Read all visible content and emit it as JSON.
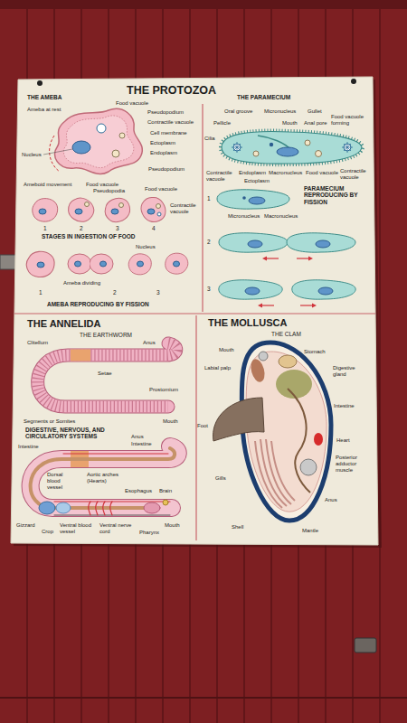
{
  "diagram": {
    "title": "THE PROTOZOA",
    "nodes": [
      {
        "text": [
          "THE AMEBA"
        ]
      },
      {
        "text": [
          "THE PARAMECIUM"
        ]
      },
      {
        "text": [
          "THE ANNELIDA",
          "THE EARTHWORM"
        ]
      },
      {
        "text": [
          "THE MOLLUSCA",
          "THE CLAM"
        ]
      }
    ],
    "labels": [
      "Ameba at rest",
      "Food vacuole",
      "Pseudopodium",
      "Contractile vacuole",
      "Cell membrane",
      "Ectoplasm",
      "Endoplasm",
      "Nucleus",
      "Pseudopodium",
      "Ameboid movement",
      "Food vacuole",
      "Pseudopodia",
      "Food vacuole",
      "Contractile vacuole",
      "1",
      "2",
      "3",
      "4",
      "STAGES IN INGESTION OF FOOD",
      "Nucleus",
      "Ameba dividing",
      "1",
      "2",
      "3",
      "AMEBA REPRODUCING BY FISSION",
      "Oral groove",
      "Micronucleus",
      "Gullet",
      "Pellicle",
      "Mouth",
      "Anal pore",
      "Food vacuole forming",
      "Cilia",
      "Contractile vacuole",
      "Endoplasm",
      "Macronucleus",
      "Food vacuole",
      "Contractile vacuole",
      "Ectoplasm",
      "1",
      "Micronucleus",
      "Macronucleus",
      "PARAMECIUM REPRODUCING BY FISSION",
      "2",
      "3",
      "Clitellum",
      "Anus",
      "Setae",
      "Prostomium",
      "Segments or Somites",
      "Mouth",
      "DIGESTIVE, NERVOUS, AND CIRCULATORY SYSTEMS",
      "Anus",
      "Intestine",
      "Intestine",
      "Dorsal blood vessel",
      "Aortic arches (Hearts)",
      "Esophagus",
      "Brain",
      "Gizzard",
      "Crop",
      "Ventral blood vessel",
      "Ventral nerve cord",
      "Pharynx",
      "Mouth",
      "Mouth",
      "Stomach",
      "Labial palp",
      "Digestive gland",
      "Intestine",
      "Foot",
      "Heart",
      "Posterior adductor muscle",
      "Gills",
      "Anus",
      "Shell",
      "Mantle"
    ]
  }
}
